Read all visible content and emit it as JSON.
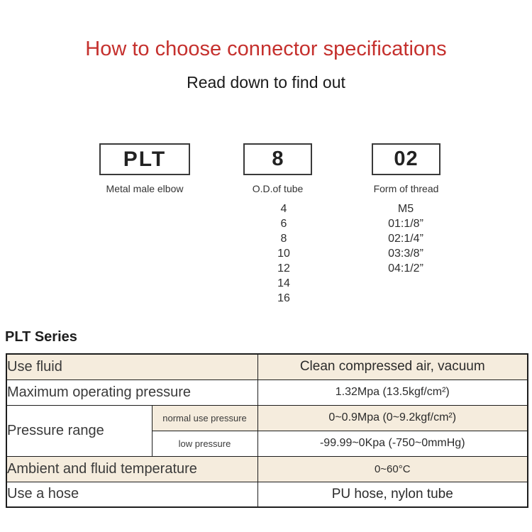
{
  "header": {
    "title": "How to choose connector specifications",
    "subtitle": "Read down to find out"
  },
  "model_code": {
    "segments": [
      {
        "code": "PLT",
        "label": "Metal male elbow",
        "options": []
      },
      {
        "code": "8",
        "label": "O.D.of tube",
        "options": [
          "4",
          "6",
          "8",
          "10",
          "12",
          "14",
          "16"
        ]
      },
      {
        "code": "02",
        "label": "Form of thread",
        "options": [
          "M5",
          "01:1/8”",
          "02:1/4”",
          "03:3/8”",
          "04:1/2”"
        ]
      }
    ]
  },
  "series": {
    "heading": "PLT Series"
  },
  "spec_table": {
    "rows": [
      {
        "label": "Use fluid",
        "value": "Clean compressed air, vacuum"
      },
      {
        "label": "Maximum operating pressure",
        "value": "1.32Mpa (13.5kgf/cm²)"
      },
      {
        "label": "Pressure range",
        "sub_rows": [
          {
            "label": "normal use pressure",
            "value": "0~0.9Mpa (0~9.2kgf/cm²)"
          },
          {
            "label": "low pressure",
            "value": "-99.99~0Kpa (-750~0mmHg)"
          }
        ]
      },
      {
        "label": "Ambient and fluid temperature",
        "value": "0~60°C"
      },
      {
        "label": "Use a hose",
        "value": "PU hose, nylon tube"
      }
    ]
  },
  "colors": {
    "title_red": "#c5302d",
    "row_beige": "#f5ecdd",
    "border_dark": "#1d1d1d"
  }
}
